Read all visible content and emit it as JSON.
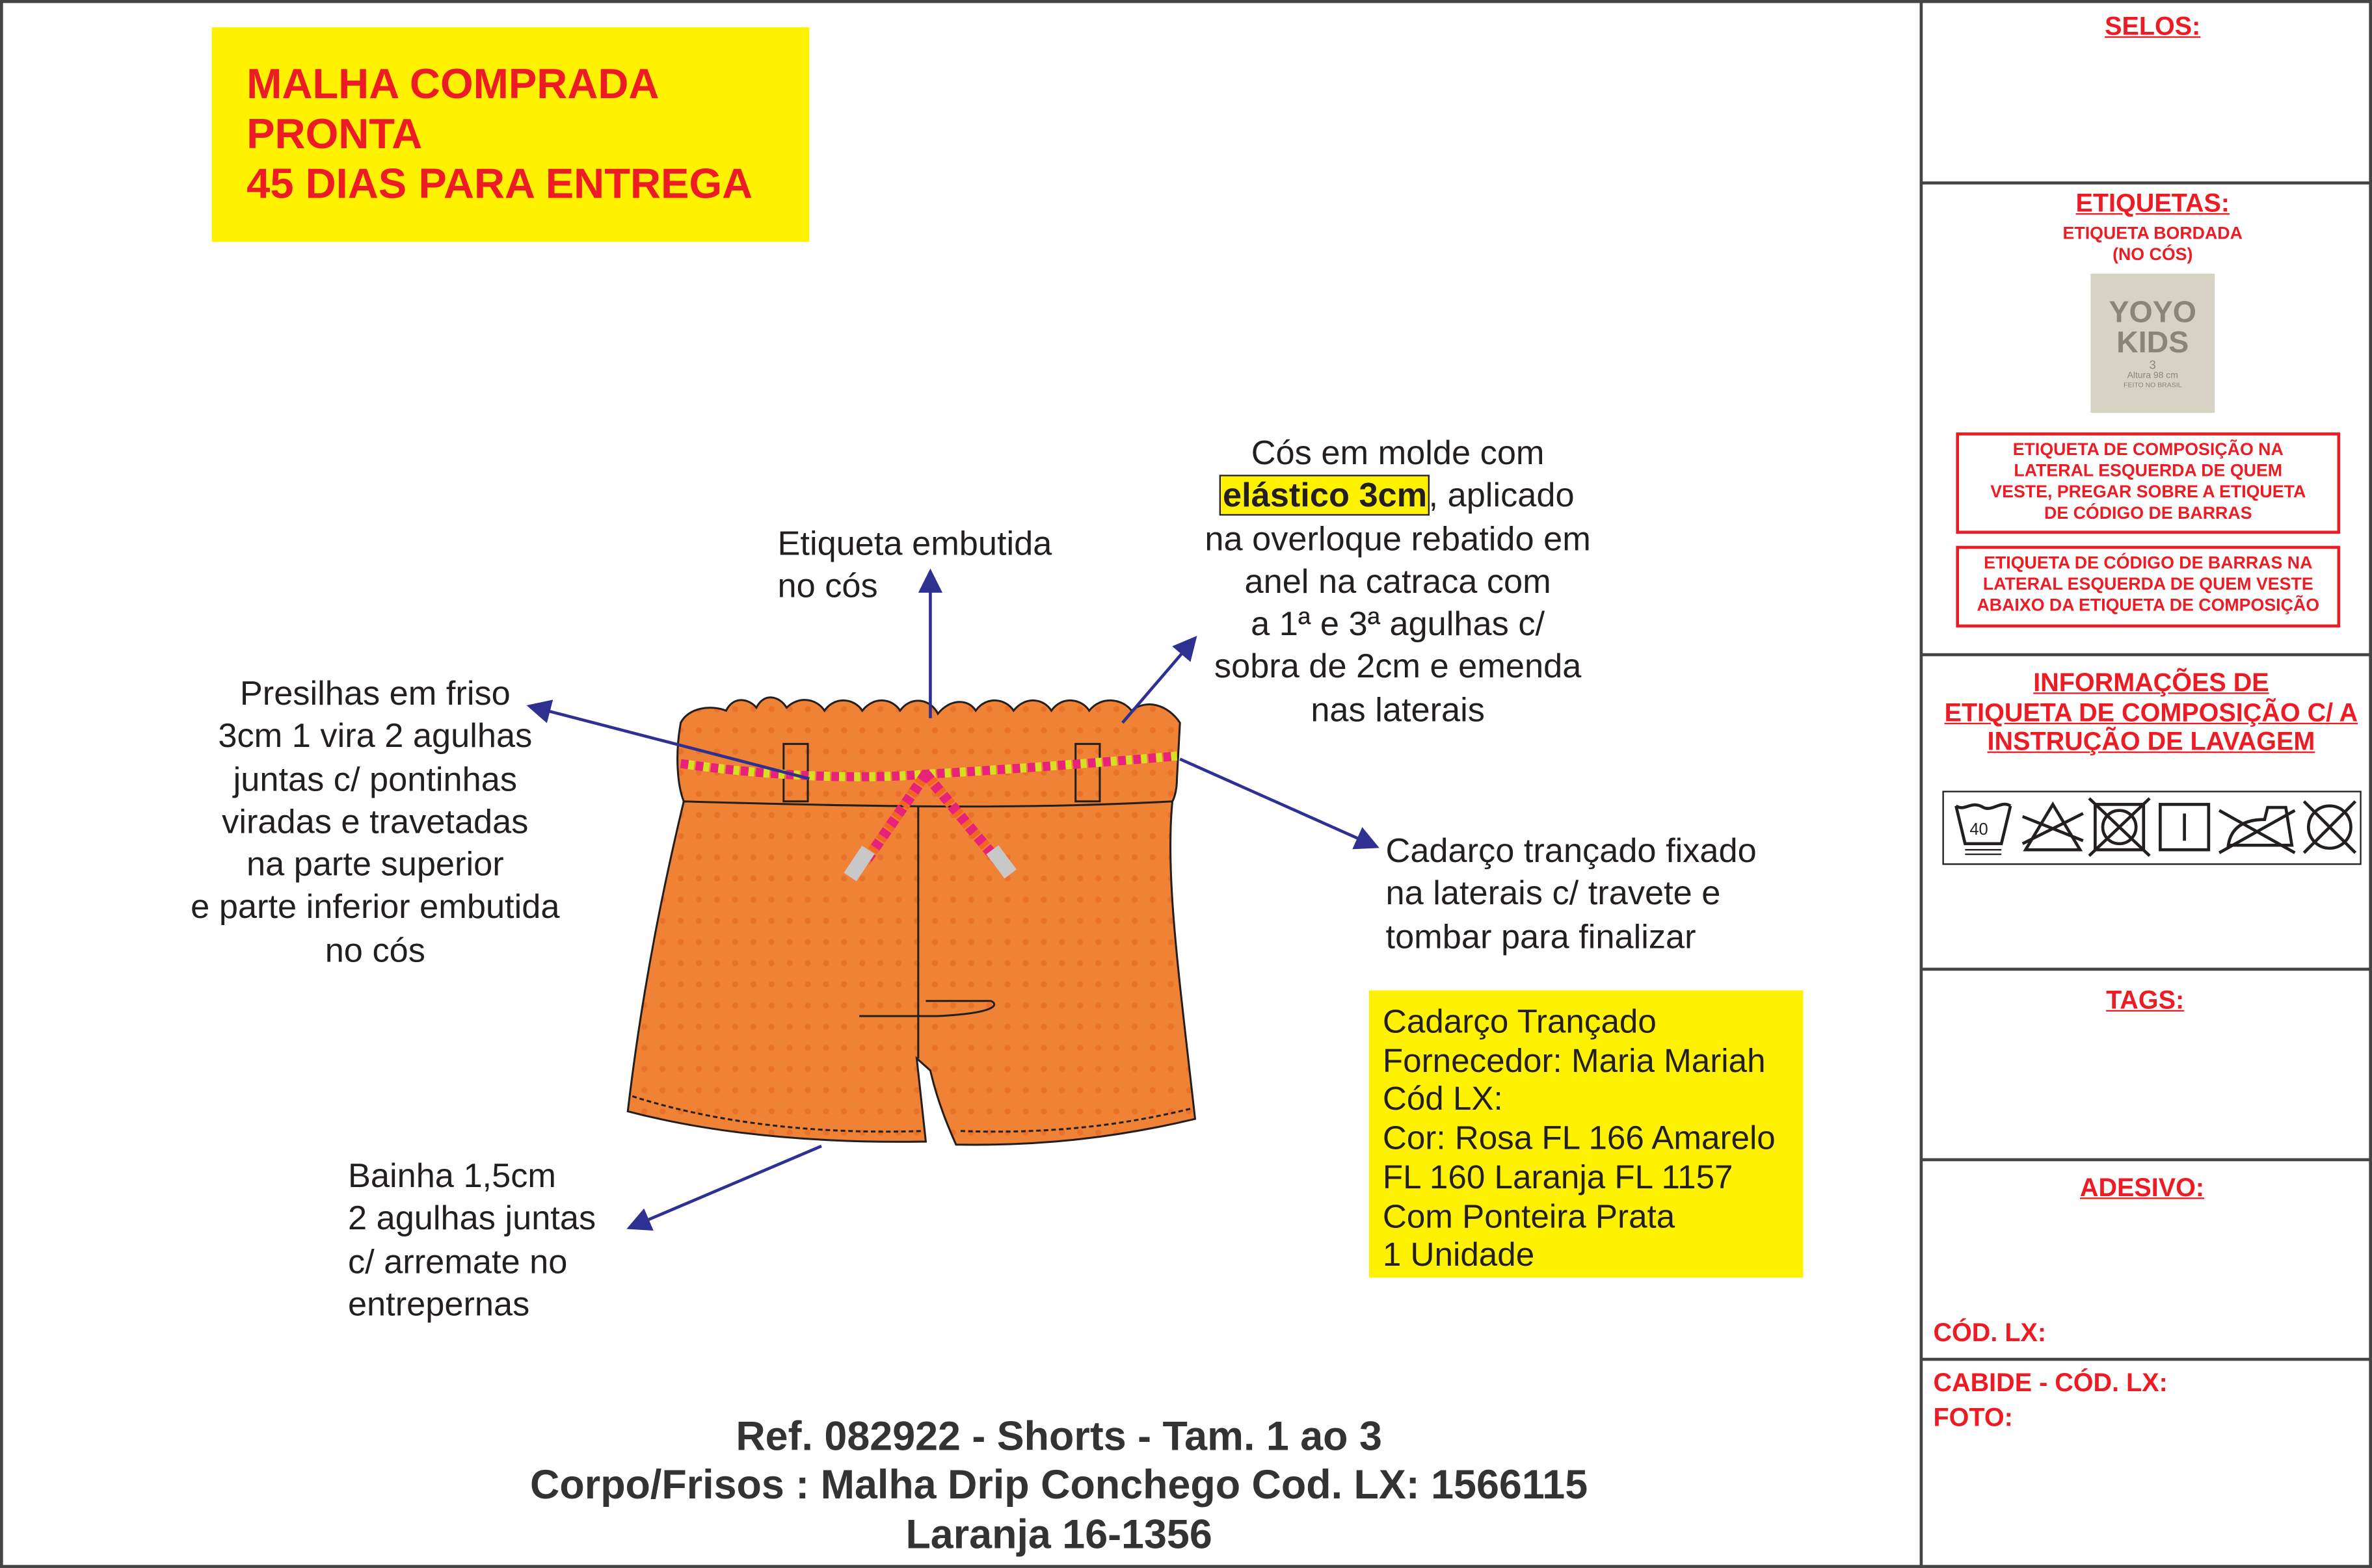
{
  "banner": {
    "lines": [
      "MALHA COMPRADA",
      "PRONTA",
      "45 DIAS PARA ENTREGA"
    ]
  },
  "annotations": {
    "etiqueta": [
      "Etiqueta embutida",
      "no cós"
    ],
    "cos": {
      "line1": "Cós em molde com",
      "highlight": "elástico 3cm",
      "line2_rest": ", aplicado",
      "lines": [
        "na overloque rebatido em",
        "anel na catraca com",
        "a 1ª e 3ª agulhas c/",
        "sobra de 2cm e emenda",
        "nas laterais"
      ]
    },
    "presilhas": [
      "Presilhas em friso",
      "3cm 1 vira 2 agulhas",
      "juntas c/ pontinhas",
      "viradas e travetadas",
      "na parte superior",
      "e parte inferior embutida",
      "no cós"
    ],
    "cadarco": [
      "Cadarço trançado fixado",
      "na laterais c/ travete e",
      "tombar para finalizar"
    ],
    "bainha": [
      "Bainha 1,5cm",
      "2 agulhas juntas",
      "c/ arremate no",
      "entrepernas"
    ]
  },
  "info_box": [
    "Cadarço Trançado",
    "Fornecedor: Maria Mariah",
    "Cód LX:",
    "Cor: Rosa FL 166 Amarelo",
    "FL 160 Laranja FL 1157",
    "Com Ponteira Prata",
    "1 Unidade"
  ],
  "footer": [
    "Ref. 082922 - Shorts - Tam. 1 ao 3",
    "Corpo/Frisos : Malha Drip Conchego  Cod. LX: 1566115",
    "Laranja 16-1356"
  ],
  "right_panel": {
    "selos": "SELOS:",
    "etiquetas": "ETIQUETAS:",
    "etiqueta_bordada": [
      "ETIQUETA BORDADA",
      "(NO CÓS)"
    ],
    "tag_label": {
      "brand1": "YOYO",
      "brand2": "KIDS",
      "size": "3",
      "height": "Altura 98 cm",
      "origin": "FEITO NO BRASIL"
    },
    "composicao_box": [
      "ETIQUETA DE COMPOSIÇÃO NA",
      "LATERAL ESQUERDA DE QUEM",
      "VESTE, PREGAR SOBRE A ETIQUETA",
      "DE CÓDIGO DE BARRAS"
    ],
    "barras_box": [
      "ETIQUETA DE CÓDIGO DE BARRAS NA",
      "LATERAL ESQUERDA DE QUEM VESTE",
      "ABAIXO DA ETIQUETA DE COMPOSIÇÃO"
    ],
    "informacoes": [
      "INFORMAÇÕES DE",
      "ETIQUETA DE COMPOSIÇÃO C/ A",
      "INSTRUÇÃO DE LAVAGEM"
    ],
    "care_icons": [
      "wash-40-icon",
      "no-bleach-icon",
      "no-tumble-dry-icon",
      "line-dry-icon",
      "no-iron-icon",
      "no-dry-clean-icon"
    ],
    "wash_temp": "40",
    "tags": "TAGS:",
    "adesivo": "ADESIVO:",
    "cod_lx": "CÓD. LX:",
    "cabide": "CABIDE - CÓD. LX:",
    "foto": "FOTO:"
  },
  "colors": {
    "red": "#ed1c24",
    "yellow": "#fff200",
    "arrow": "#2e3192",
    "fabric": "#ef8235"
  }
}
